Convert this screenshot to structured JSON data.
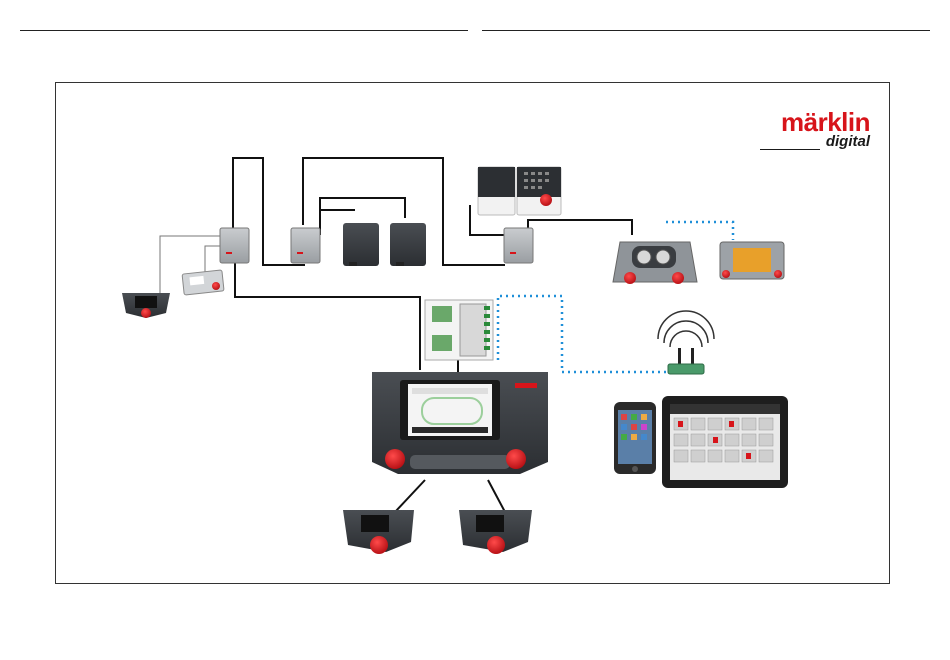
{
  "brand": {
    "name": "märklin",
    "subtitle": "digital",
    "color": "#d7141a"
  },
  "colors": {
    "device_dark": "#3b3f44",
    "device_gray": "#8a8f94",
    "accent_red": "#e3141c",
    "wire": "#111111",
    "wireless": "#1f8fd8",
    "router_green": "#4a9a6a"
  },
  "devices": [
    {
      "name": "central-station-3",
      "icon": "central-station-icon"
    },
    {
      "name": "mobile-station-left",
      "icon": "handheld-controller-icon"
    },
    {
      "name": "mobile-station-bottom-1",
      "icon": "handheld-controller-icon"
    },
    {
      "name": "mobile-station-bottom-2",
      "icon": "handheld-controller-icon"
    },
    {
      "name": "control-unit-terminal",
      "icon": "terminal-icon"
    },
    {
      "name": "booster-1",
      "icon": "booster-icon"
    },
    {
      "name": "booster-2",
      "icon": "booster-icon"
    },
    {
      "name": "decoder-modules",
      "icon": "decoder-icon"
    },
    {
      "name": "s88-feedback-module",
      "icon": "feedback-module-icon"
    },
    {
      "name": "wireless-controller",
      "icon": "wireless-controller-icon"
    },
    {
      "name": "wireless-keyboard",
      "icon": "wireless-keyboard-icon"
    },
    {
      "name": "wifi-router",
      "icon": "wifi-router-icon"
    },
    {
      "name": "smartphone",
      "icon": "smartphone-icon"
    },
    {
      "name": "tablet",
      "icon": "tablet-icon"
    }
  ]
}
